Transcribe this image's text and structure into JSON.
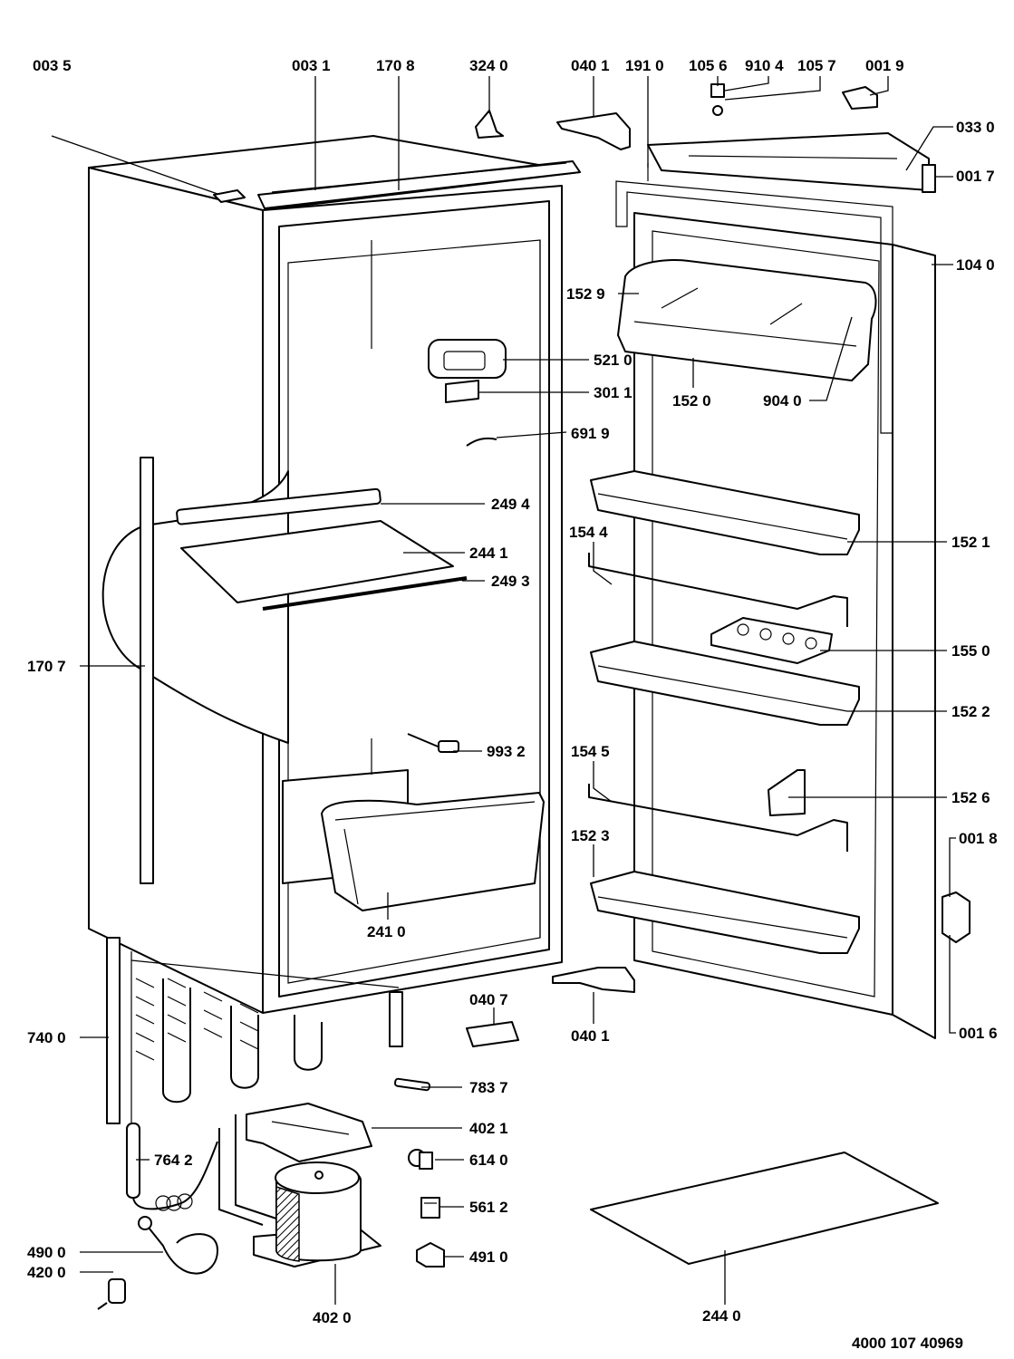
{
  "document_ref": "4000 107 40969",
  "parts": {
    "p0035": "003 5",
    "p0031": "003 1",
    "p1708": "170 8",
    "p3240": "324 0",
    "p0401a": "040 1",
    "p1910": "191 0",
    "p1056": "105 6",
    "p9104": "910 4",
    "p1057": "105 7",
    "p0019": "001 9",
    "p0330": "033 0",
    "p0017": "001 7",
    "p1040": "104 0",
    "p1529": "152 9",
    "p5210": "521 0",
    "p1520": "152 0",
    "p9040": "904 0",
    "p3011": "301 1",
    "p6919": "691 9",
    "p2494": "249 4",
    "p1521": "152 1",
    "p1544": "154 4",
    "p2441": "244 1",
    "p2493": "249 3",
    "p1550": "155 0",
    "p1707": "170 7",
    "p1522": "152 2",
    "p9932": "993 2",
    "p1545": "154 5",
    "p1526": "152 6",
    "p1523": "152 3",
    "p0018": "001 8",
    "p2410": "241 0",
    "p0407": "040 7",
    "p0401b": "040 1",
    "p0016": "001 6",
    "p7400": "740 0",
    "p7837": "783 7",
    "p4021": "402 1",
    "p7642": "764 2",
    "p6140": "614 0",
    "p5612": "561 2",
    "p4900": "490 0",
    "p4910": "491 0",
    "p4200": "420 0",
    "p4020": "402 0",
    "p2440": "244 0"
  }
}
